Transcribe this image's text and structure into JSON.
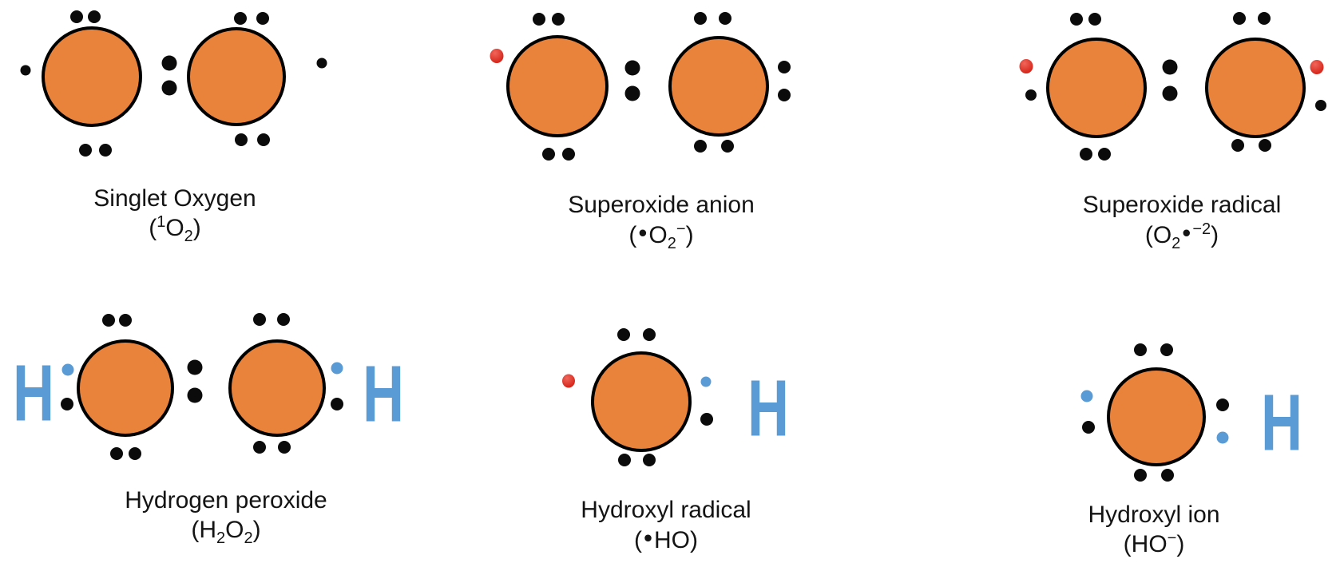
{
  "colors": {
    "background": "#ffffff",
    "oxygen_fill": "#E9833C",
    "atom_outline": "#000000",
    "electron_black": "#0b0b0b",
    "radical_red": "#D6251A",
    "hydrogen_blue": "#5B9BD5",
    "label_text": "#141414"
  },
  "symbols": {
    "hydrogen": "H"
  },
  "molecules": [
    {
      "name": "Singlet Oxygen",
      "formula": [
        "(",
        "1",
        "O",
        "2",
        ")"
      ]
    },
    {
      "name": "Superoxide anion",
      "formula": [
        "(",
        "•",
        "O",
        "2",
        "−",
        ")"
      ]
    },
    {
      "name": "Superoxide radical",
      "formula": [
        "(",
        "O",
        "2",
        "•",
        "−2",
        ")"
      ]
    },
    {
      "name": "Hydrogen peroxide",
      "formula": [
        "(",
        "H",
        "2",
        "O",
        "2",
        ")"
      ]
    },
    {
      "name": "Hydroxyl radical",
      "formula": [
        "(",
        "•",
        "HO",
        ")"
      ]
    },
    {
      "name": "Hydroxyl ion",
      "formula": [
        "(",
        "HO",
        "−",
        ")"
      ]
    }
  ]
}
